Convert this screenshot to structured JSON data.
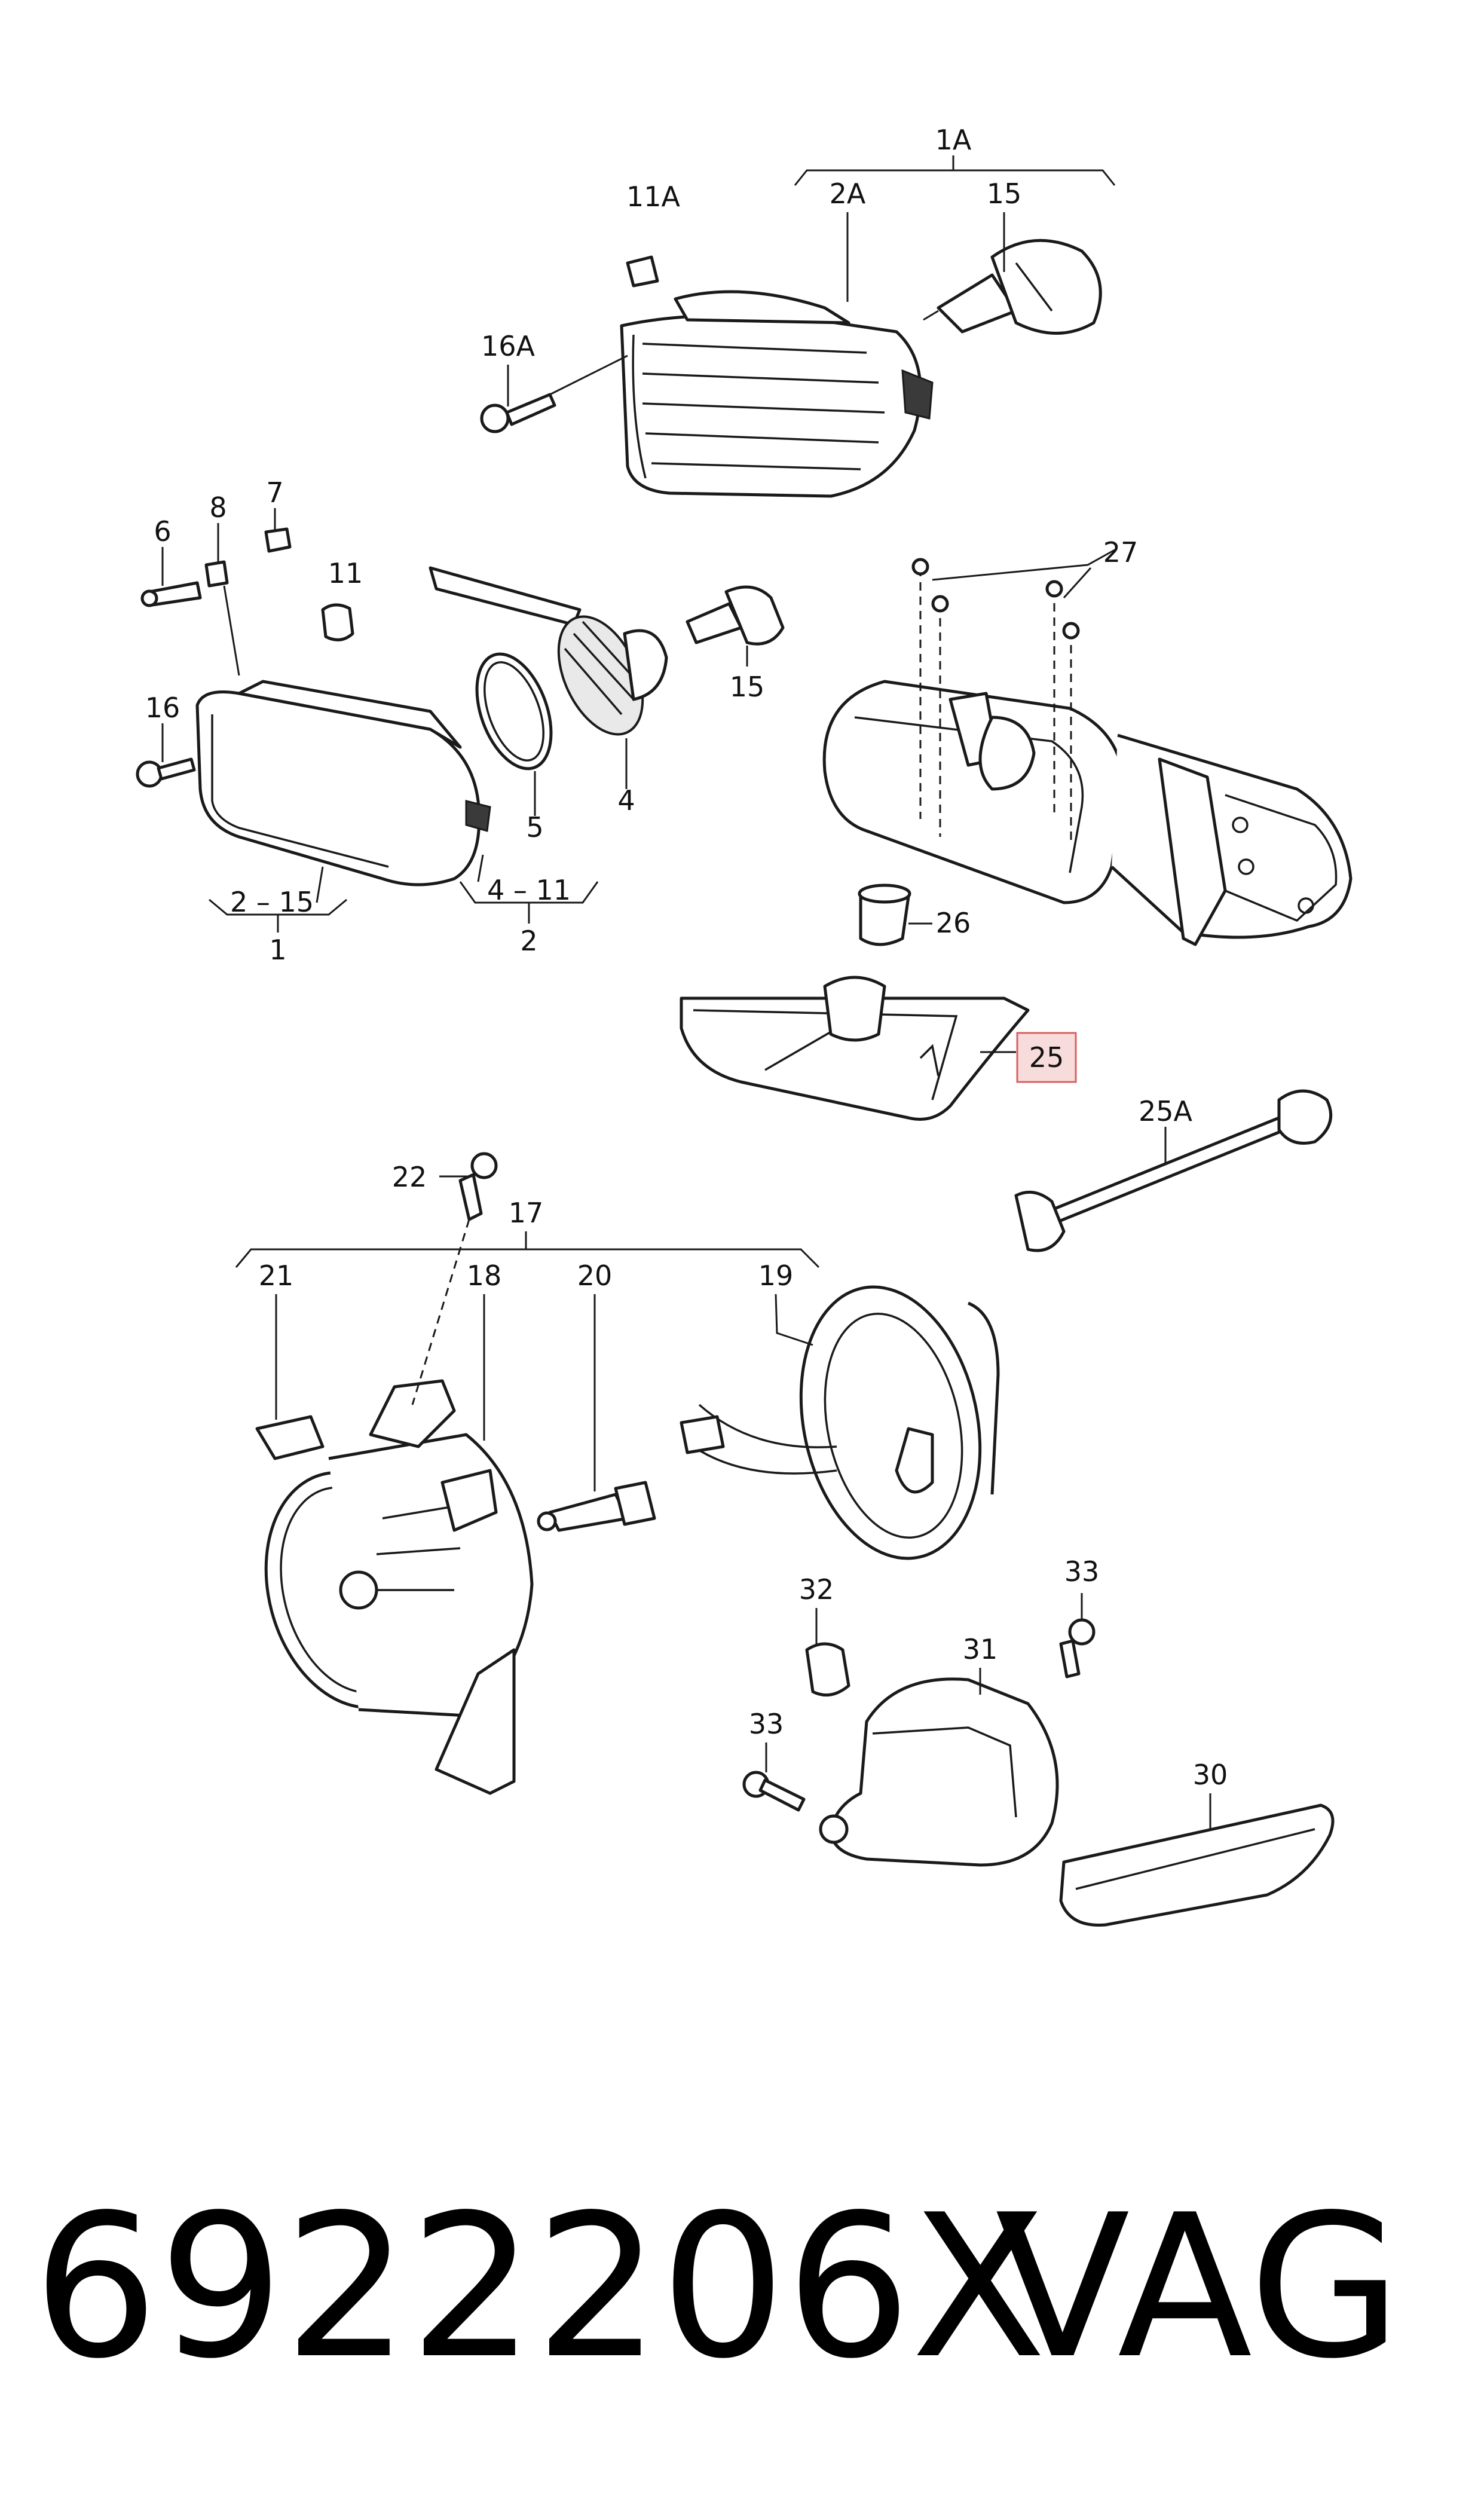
{
  "labels": {
    "l1A": "1A",
    "l2A": "2A",
    "l15a": "15",
    "l11A": "11A",
    "l16A": "16A",
    "l8": "8",
    "l7": "7",
    "l6": "6",
    "l11": "11",
    "l16": "16",
    "l15b": "15",
    "l5": "5",
    "l4": "4",
    "l27": "27",
    "l2_15": "2 – 15",
    "l1": "1",
    "l4_11": "4 – 11",
    "l2": "2",
    "l26": "26",
    "l25": "25",
    "l25A": "25A",
    "l22": "22",
    "l17": "17",
    "l21": "21",
    "l18": "18",
    "l20": "20",
    "l19": "19",
    "l32": "32",
    "l33a": "33",
    "l31": "31",
    "l33b": "33",
    "l30": "30"
  },
  "highlight_color": "#f8dcdc",
  "highlight_border": "#d96060",
  "footer": {
    "part_number": "6922206X",
    "brand": "VAG"
  }
}
